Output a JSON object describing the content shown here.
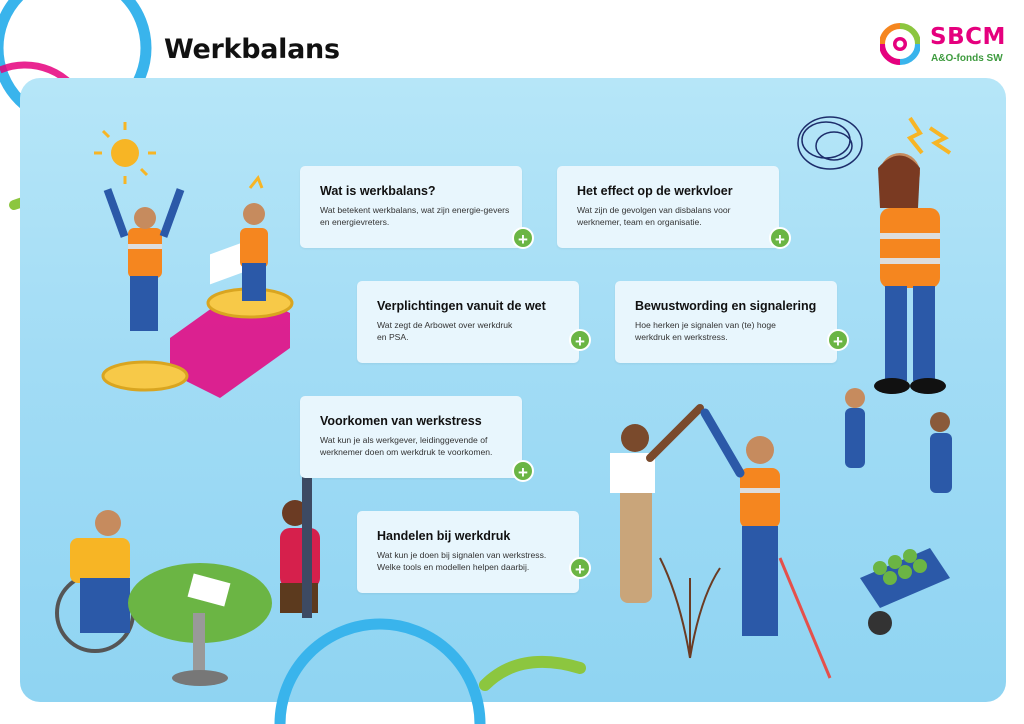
{
  "page": {
    "title": "Werkbalans"
  },
  "logo": {
    "name": "SBCM",
    "subtitle": "A&O-fonds SW"
  },
  "colors": {
    "brand_pink": "#e5007e",
    "brand_green": "#6bb544",
    "panel_blue": "#a2dcf5",
    "card_bg": "#e8f6fd",
    "ring_blue": "#39b4ec",
    "safety_orange": "#f5861f"
  },
  "cards": [
    {
      "title": "Wat is werkbalans?",
      "text": "Wat betekent werkbalans, wat zijn energie-gevers en energievreters.",
      "action_icon": "plus-icon"
    },
    {
      "title": "Het effect op de werkvloer",
      "text": "Wat zijn de gevolgen van disbalans voor werknemer, team en organisatie.",
      "action_icon": "plus-icon"
    },
    {
      "title": "Verplichtingen vanuit de wet",
      "text": "Wat zegt de Arbowet over werkdruk en PSA.",
      "action_icon": "plus-icon"
    },
    {
      "title": "Bewustwording en signalering",
      "text": "Hoe herken je signalen van (te) hoge werkdruk en werkstress.",
      "action_icon": "plus-icon"
    },
    {
      "title": "Voorkomen van werkstress",
      "text": "Wat kun je als werkgever, leidinggevende of werknemer doen om werkdruk te voorkomen.",
      "action_icon": "plus-icon"
    },
    {
      "title": "Handelen bij werkdruk",
      "text": "Wat kun je doen bij signalen van werkstress. Welke tools en modellen helpen daarbij.",
      "action_icon": "plus-icon"
    }
  ],
  "plus_symbol": "+"
}
